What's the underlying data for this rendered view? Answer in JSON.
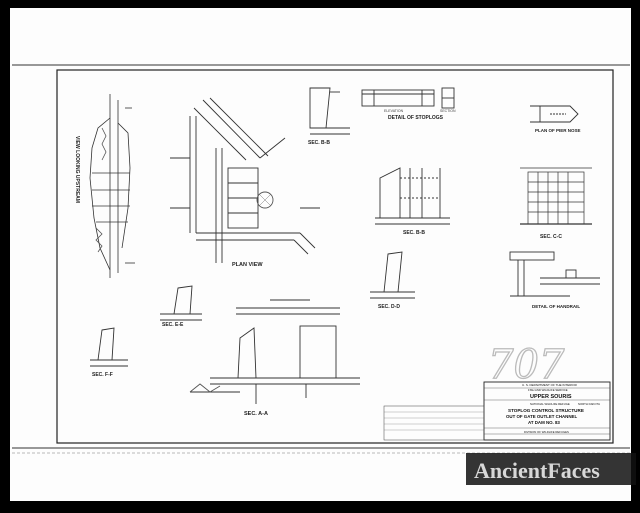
{
  "views": {
    "view_looking_upstream": "VIEW LOOKING UPSTREAM",
    "plan_view": "PLAN VIEW",
    "sec_bb": "SEC. B-B",
    "sec_bb_lower": "SEC. B-B",
    "sec_cc": "SEC. C-C",
    "sec_dd": "SEC. D-D",
    "sec_ee": "SEC. E-E",
    "sec_ff": "SEC. F-F",
    "sec_aa": "SEC. A-A",
    "detail_stoplogs": "DETAIL OF STOPLOGS",
    "elevation": "ELEVATION",
    "section": "SECTION",
    "plan_pier_nose": "PLAN OF PIER NOSE",
    "detail_handrail": "DETAIL OF HANDRAIL"
  },
  "title_block": {
    "agency_1": "U. S. DEPARTMENT OF THE INTERIOR",
    "agency_2": "FISH AND WILDLIFE SERVICE",
    "project": "UPPER SOURIS",
    "refuge": "NATIONAL WILDLIFE REFUGE",
    "location": "NORTH DAKOTA",
    "title_1": "STOPLOG CONTROL STRUCTURE",
    "title_2": "OUT OF GATE OUTLET CHANNEL",
    "title_3": "AT DAM NO. 83",
    "division": "DIVISION OF WILDLIFE REFUGES"
  },
  "handwritten_number": "707",
  "watermark": "AncientFaces"
}
